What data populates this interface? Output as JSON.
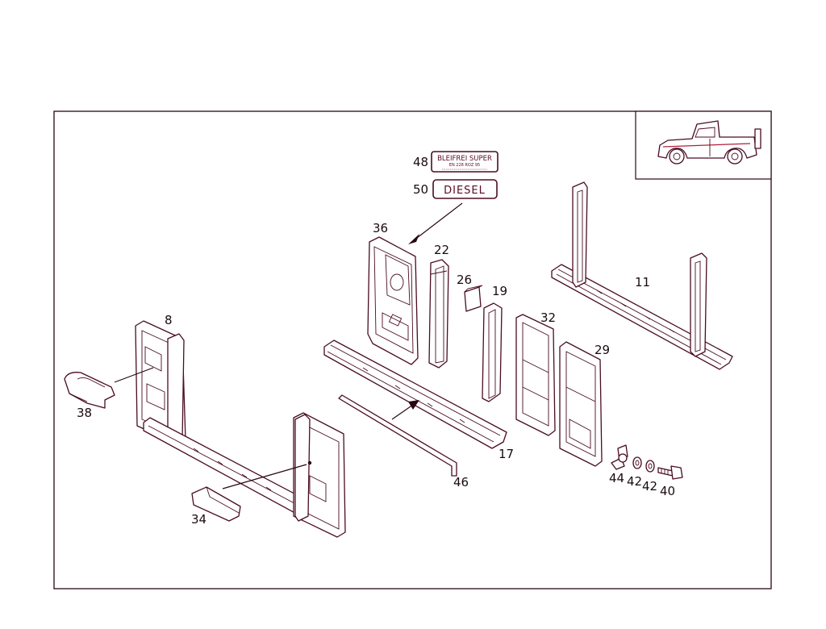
{
  "callouts": {
    "c8": "8",
    "c11": "11",
    "c17": "17",
    "c19": "19",
    "c22": "22",
    "c26": "26",
    "c29": "29",
    "c32": "32",
    "c34": "34",
    "c36": "36",
    "c38": "38",
    "c40": "40",
    "c42a": "42",
    "c42b": "42",
    "c44": "44",
    "c46": "46",
    "c48": "48",
    "c50": "50"
  },
  "decals": {
    "bleifrei_title": "BLEIFREI SUPER",
    "bleifrei_sub": "EN 228 ROZ 95",
    "diesel": "DIESEL"
  },
  "colors": {
    "line": "#4a0c24",
    "text": "#1a0a10",
    "background": "#ffffff"
  }
}
